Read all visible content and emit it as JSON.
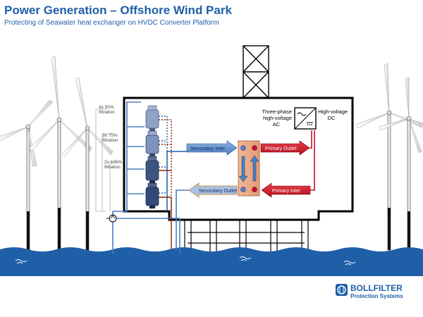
{
  "header": {
    "title": "Power Generation – Offshore Wind Park",
    "subtitle": "Protecting of Seawater heat exchanger on HVDC Converter Platform"
  },
  "filtration": {
    "stage1": {
      "line1": "4x 50%",
      "line2": "filtration"
    },
    "stage2": {
      "line1": "3x 75%",
      "line2": "filtration"
    },
    "stage3": {
      "line1": "2x 100%",
      "line2": "filtration"
    }
  },
  "flows": {
    "secondary_inlet": "Secondary Inlet",
    "secondary_outlet": "Secondary Outlet",
    "primary_outlet": "Primary Outlet",
    "primary_inlet": "Primary Inlet"
  },
  "converter": {
    "ac_line1": "Three-phase",
    "ac_line2": "high-voltage",
    "ac_line3": "AC",
    "dc_line1": "High-voltage",
    "dc_line2": "DC"
  },
  "brand": {
    "name": "BOLLFILTER",
    "tagline": "Protection Systems",
    "color": "#1f5fa8"
  },
  "colors": {
    "sea": "#1f5fa8",
    "seawater_pipe": "#4a7fc1",
    "primary_pipe": "#c8102e",
    "return_pipe": "#8b2500",
    "platform_outline": "#000000"
  }
}
